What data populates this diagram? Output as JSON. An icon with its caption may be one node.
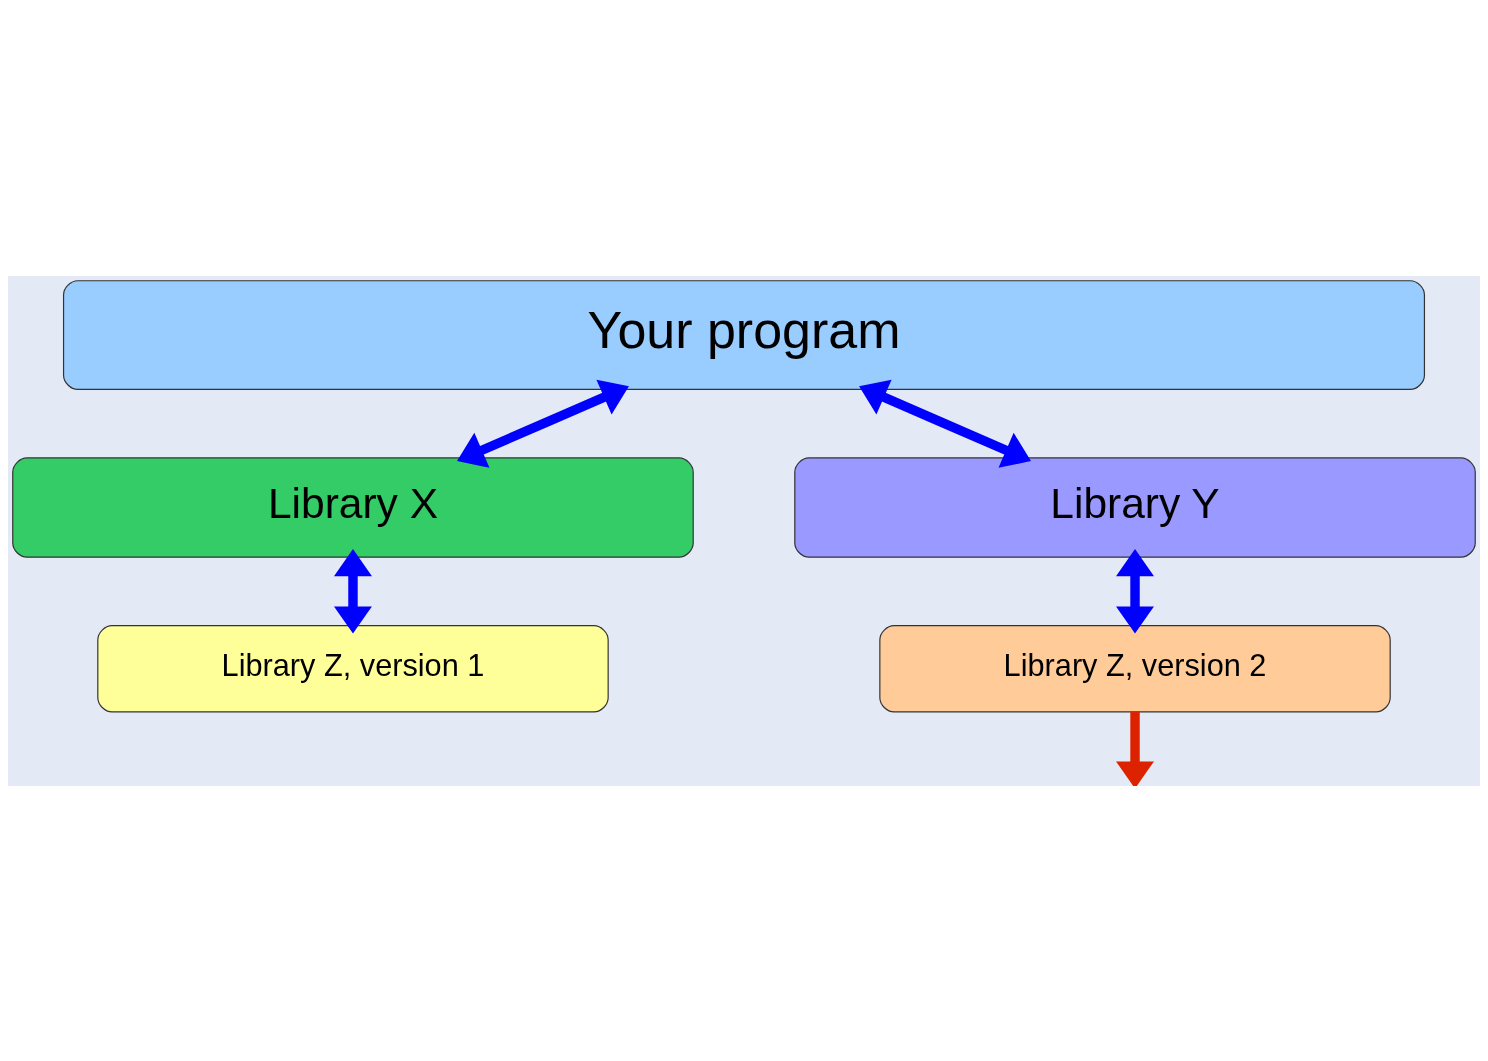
{
  "diagram": {
    "nodes": [
      {
        "text": [
          "Your program"
        ]
      },
      {
        "text": [
          "Library X"
        ]
      },
      {
        "text": [
          "Library Y"
        ]
      },
      {
        "text": [
          "Library Z, version 1"
        ]
      },
      {
        "text": [
          "Library Z, version 2"
        ]
      }
    ],
    "edges": [
      {
        "from": 0,
        "to": 1,
        "arrow": "both"
      },
      {
        "from": 0,
        "to": 2,
        "arrow": "both"
      },
      {
        "from": 1,
        "to": 3,
        "arrow": "both"
      },
      {
        "from": 2,
        "to": 4,
        "arrow": "both"
      },
      {
        "from": 4,
        "to": null,
        "arrow": "to",
        "color": "#dd2200"
      }
    ]
  }
}
